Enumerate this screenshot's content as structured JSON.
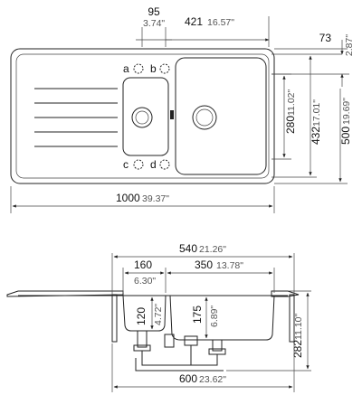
{
  "plan": {
    "dims": {
      "bowl_small_width": {
        "mm": "95",
        "inch": "3.74\""
      },
      "bowl_large_width": {
        "mm": "421",
        "inch": "16.57\""
      },
      "edge_depth": {
        "mm": "73",
        "inch": "2.87\""
      },
      "bowl_large_depth": {
        "mm": "280",
        "inch": "11.02\""
      },
      "bowl_depth_total": {
        "mm": "432",
        "inch": "17.01\""
      },
      "overall_depth": {
        "mm": "500",
        "inch": "19.69\""
      },
      "overall_width": {
        "mm": "1000",
        "inch": "39.37\""
      }
    },
    "position_labels": [
      "a",
      "b",
      "c",
      "d"
    ]
  },
  "section": {
    "dims": {
      "cabinet_width": {
        "mm": "540",
        "inch": "21.26\""
      },
      "small_bowl_span": {
        "mm": "160",
        "inch": "6.30\""
      },
      "large_bowl_span": {
        "mm": "350",
        "inch": "13.78\""
      },
      "small_bowl_height": {
        "mm": "120",
        "inch": "4.72\""
      },
      "large_bowl_height": {
        "mm": "175",
        "inch": "6.89\""
      },
      "total_height": {
        "mm": "282",
        "inch": "11.10\""
      },
      "waste_width": {
        "mm": "600",
        "inch": "23.62\""
      }
    }
  }
}
